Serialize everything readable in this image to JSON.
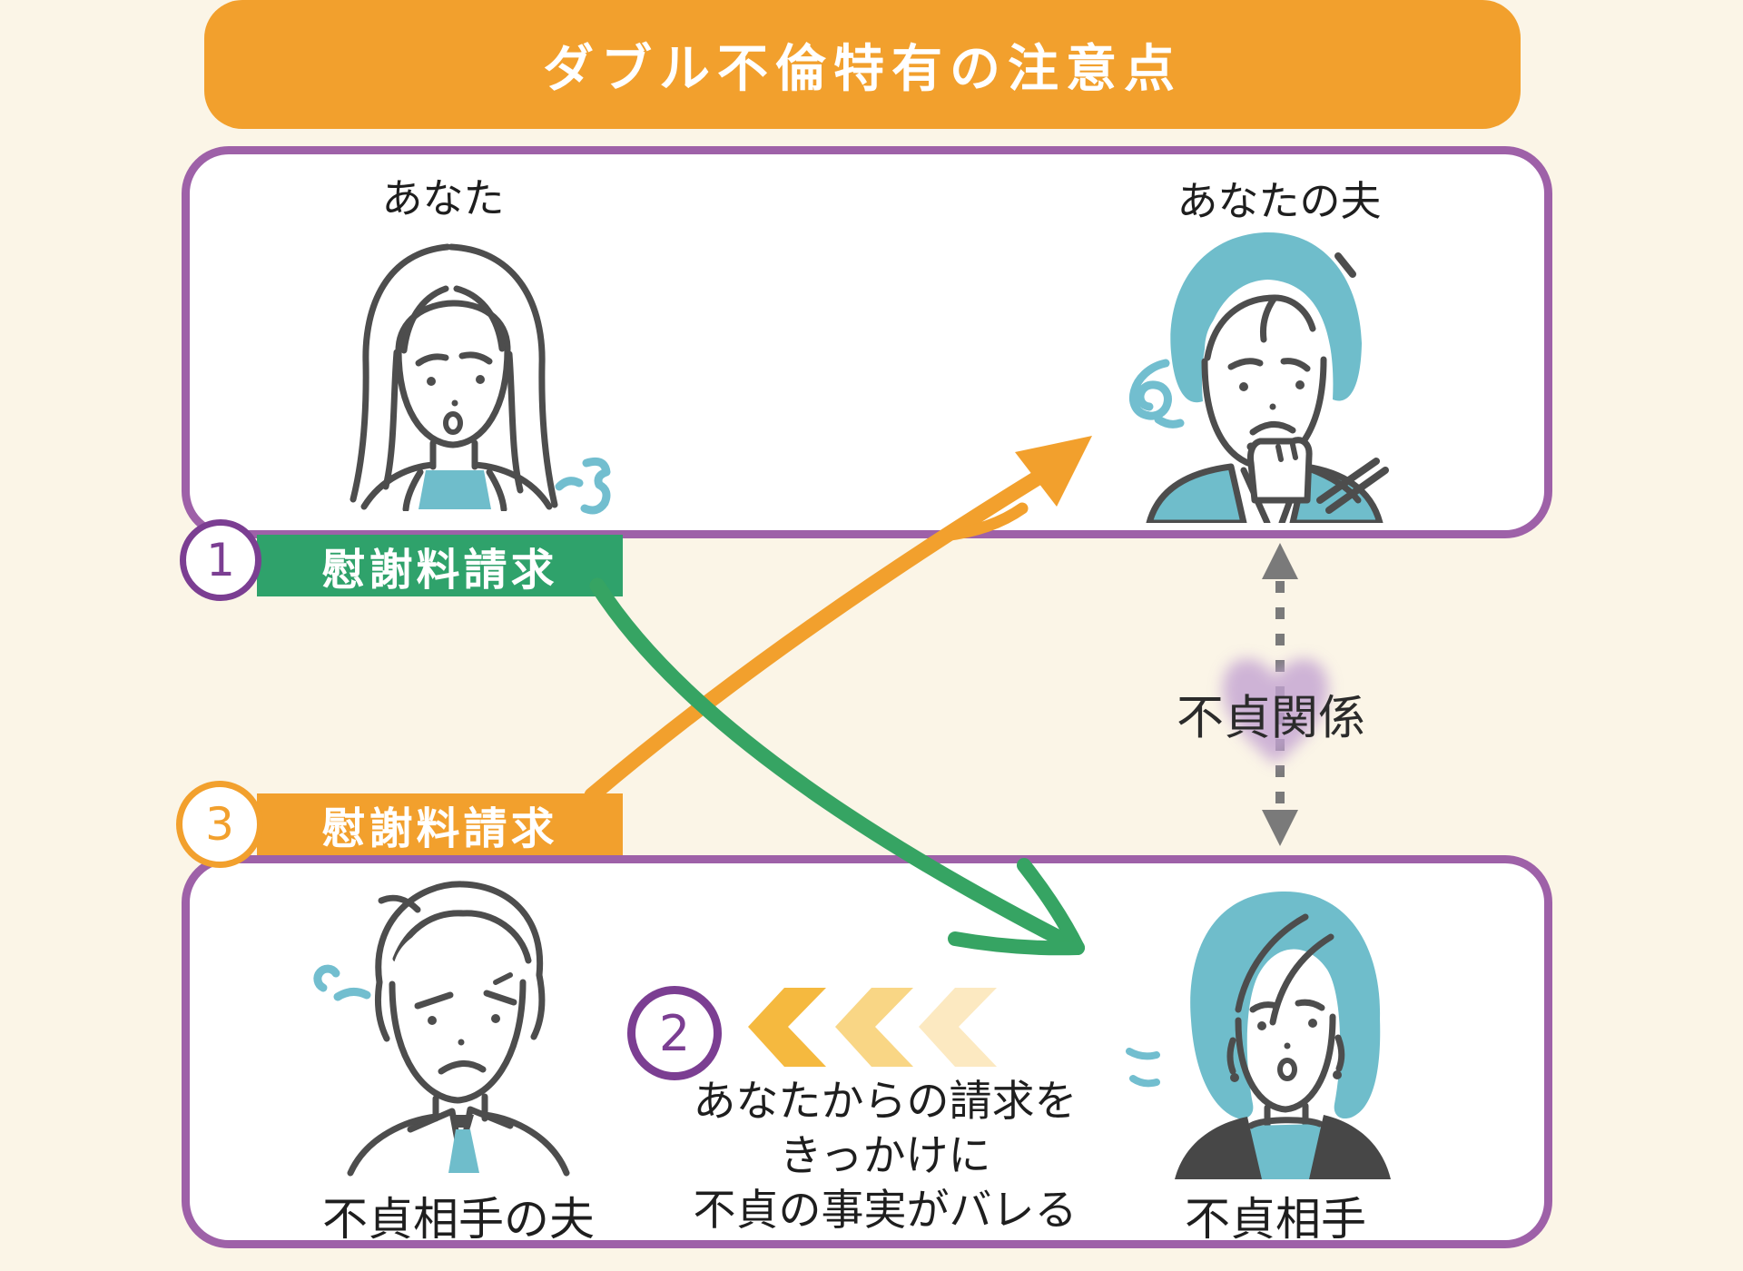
{
  "title": "ダブル不倫特有の注意点",
  "panels": {
    "top": {
      "left_person": "あなた",
      "right_person": "あなたの夫"
    },
    "bottom": {
      "left_person": "不貞相手の夫",
      "right_person": "不貞相手"
    }
  },
  "steps": {
    "step1": {
      "number": "1",
      "label": "慰謝料請求"
    },
    "step2": {
      "number": "2",
      "line1": "あなたからの請求を",
      "line2": "きっかけに",
      "line3": "不貞の事実がバレる"
    },
    "step3": {
      "number": "3",
      "label": "慰謝料請求"
    }
  },
  "relationship": {
    "label": "不貞関係"
  },
  "icons": {
    "chevrons": "triple-left-chevron",
    "heart": "heart-glow",
    "dashed_arrow": "double-headed-dashed-arrow"
  },
  "colors": {
    "orange": "#F2A02D",
    "green": "#2FA26B",
    "purple_frame": "#9E61A8",
    "purple_badge": "#7B3E92",
    "teal": "#6FBDCB",
    "ink": "#4D4D4D",
    "background": "#FBF5E7",
    "chevron_1": "#F5B93F",
    "chevron_2": "#F9D685",
    "chevron_3": "#FCE9C1",
    "heart": "#C3A3D2",
    "dash_grey": "#7A7A7A"
  }
}
